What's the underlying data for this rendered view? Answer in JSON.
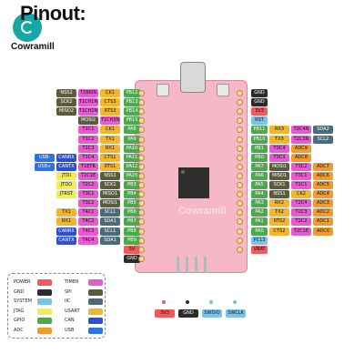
{
  "title": "Pinout:",
  "brand": "Cowramill",
  "watermark": "Cowramill",
  "colors": {
    "power": "#f25a5a",
    "gnd": "#2b2b2b",
    "system": "#7ac2e8",
    "jtag": "#f2ec58",
    "gpio": "#4ea84e",
    "adc": "#f29a2e",
    "timer": "#e85ad0",
    "spi": "#5b5b3d",
    "iic": "#4b6a7a",
    "usart": "#f2b62e",
    "can": "#2e4fd0",
    "usb": "#2e72e8"
  },
  "left_rows": [
    {
      "pin": "PB12",
      "funcs": [
        {
          "t": "CK1",
          "c": "usart"
        },
        {
          "t": "T1BKIN",
          "c": "timer"
        },
        {
          "t": "NSS2",
          "c": "spi"
        }
      ]
    },
    {
      "pin": "PB13",
      "funcs": [
        {
          "t": "CTS3",
          "c": "usart"
        },
        {
          "t": "T1CH1N",
          "c": "timer"
        },
        {
          "t": "SCK2",
          "c": "spi"
        }
      ]
    },
    {
      "pin": "PB14",
      "funcs": [
        {
          "t": "RTS3",
          "c": "usart"
        },
        {
          "t": "T1CH2N",
          "c": "timer"
        },
        {
          "t": "MISO2",
          "c": "spi"
        }
      ]
    },
    {
      "pin": "PB15",
      "funcs": [
        {
          "t": "T1CH3N",
          "c": "timer"
        },
        {
          "t": "MOSI2",
          "c": "spi"
        }
      ]
    },
    {
      "pin": "PA8",
      "funcs": [
        {
          "t": "CK1",
          "c": "usart"
        },
        {
          "t": "T1C1",
          "c": "timer"
        }
      ]
    },
    {
      "pin": "PA9",
      "funcs": [
        {
          "t": "TX1",
          "c": "usart"
        },
        {
          "t": "T1C2",
          "c": "timer"
        }
      ]
    },
    {
      "pin": "PA10",
      "funcs": [
        {
          "t": "RX1",
          "c": "usart"
        },
        {
          "t": "T1C3",
          "c": "timer"
        }
      ]
    },
    {
      "pin": "PA11",
      "funcs": [
        {
          "t": "CTS1",
          "c": "usart"
        },
        {
          "t": "T1C4",
          "c": "timer"
        },
        {
          "t": "CANRX",
          "c": "can"
        },
        {
          "t": "USB-",
          "c": "usb"
        }
      ]
    },
    {
      "pin": "PA12",
      "funcs": [
        {
          "t": "RTS1",
          "c": "usart"
        },
        {
          "t": "T1ETR",
          "c": "timer"
        },
        {
          "t": "CANTX",
          "c": "can"
        },
        {
          "t": "USB+",
          "c": "usb"
        }
      ]
    },
    {
      "pin": "PA15",
      "funcs": [
        {
          "t": "NSS1",
          "c": "spi"
        },
        {
          "t": "T2C1E",
          "c": "timer"
        },
        {
          "t": "JTDI",
          "c": "jtag"
        }
      ]
    },
    {
      "pin": "PB3",
      "funcs": [
        {
          "t": "SCK1",
          "c": "spi"
        },
        {
          "t": "T2C2",
          "c": "timer"
        },
        {
          "t": "JTDO",
          "c": "jtag"
        }
      ]
    },
    {
      "pin": "PB4",
      "funcs": [
        {
          "t": "MISO1",
          "c": "spi"
        },
        {
          "t": "T3C1",
          "c": "timer"
        },
        {
          "t": "JTRST",
          "c": "jtag"
        }
      ]
    },
    {
      "pin": "PB5",
      "funcs": [
        {
          "t": "MOSI1",
          "c": "spi"
        },
        {
          "t": "T3C2",
          "c": "timer"
        }
      ]
    },
    {
      "pin": "PB6",
      "funcs": [
        {
          "t": "SCL1",
          "c": "iic"
        },
        {
          "t": "T4C1",
          "c": "timer"
        },
        {
          "t": "TX1",
          "c": "usart"
        }
      ]
    },
    {
      "pin": "PB7",
      "funcs": [
        {
          "t": "SDA1",
          "c": "iic"
        },
        {
          "t": "T4C2",
          "c": "timer"
        },
        {
          "t": "RX1",
          "c": "usart"
        }
      ]
    },
    {
      "pin": "PB8",
      "funcs": [
        {
          "t": "SCL1",
          "c": "iic"
        },
        {
          "t": "T4C3",
          "c": "timer"
        },
        {
          "t": "CANRX",
          "c": "can"
        }
      ]
    },
    {
      "pin": "PB9",
      "funcs": [
        {
          "t": "SDA1",
          "c": "iic"
        },
        {
          "t": "T4C4",
          "c": "timer"
        },
        {
          "t": "CANTX",
          "c": "can"
        }
      ]
    },
    {
      "pin": "5V",
      "funcs": []
    },
    {
      "pin": "GND",
      "funcs": []
    }
  ],
  "right_rows": [
    {
      "pin": "GND",
      "funcs": []
    },
    {
      "pin": "GND",
      "funcs": []
    },
    {
      "pin": "3V3",
      "funcs": []
    },
    {
      "pin": "RST",
      "funcs": []
    },
    {
      "pin": "PB11",
      "funcs": [
        {
          "t": "RX3",
          "c": "usart"
        },
        {
          "t": "T2C4N",
          "c": "timer"
        },
        {
          "t": "SDA2",
          "c": "iic"
        }
      ]
    },
    {
      "pin": "PB10",
      "funcs": [
        {
          "t": "TX3",
          "c": "usart"
        },
        {
          "t": "T2C3N",
          "c": "timer"
        },
        {
          "t": "SCL2",
          "c": "iic"
        }
      ]
    },
    {
      "pin": "PB1",
      "funcs": [
        {
          "t": "T3C4",
          "c": "timer"
        },
        {
          "t": "ADC9",
          "c": "adc"
        }
      ]
    },
    {
      "pin": "PB0",
      "funcs": [
        {
          "t": "T3C3",
          "c": "timer"
        },
        {
          "t": "ADC8",
          "c": "adc"
        }
      ]
    },
    {
      "pin": "PA7",
      "funcs": [
        {
          "t": "MOSI1",
          "c": "spi"
        },
        {
          "t": "T3C2",
          "c": "timer"
        },
        {
          "t": "ADC7",
          "c": "adc"
        }
      ]
    },
    {
      "pin": "PA6",
      "funcs": [
        {
          "t": "MISO1",
          "c": "spi"
        },
        {
          "t": "T3C1",
          "c": "timer"
        },
        {
          "t": "ADC6",
          "c": "adc"
        }
      ]
    },
    {
      "pin": "PA5",
      "funcs": [
        {
          "t": "SCK1",
          "c": "spi"
        },
        {
          "t": "T2C1",
          "c": "timer"
        },
        {
          "t": "ADC5",
          "c": "adc"
        }
      ]
    },
    {
      "pin": "PA4",
      "funcs": [
        {
          "t": "NSS1",
          "c": "spi"
        },
        {
          "t": "CK2",
          "c": "usart"
        },
        {
          "t": "ADC4",
          "c": "adc"
        }
      ]
    },
    {
      "pin": "PA3",
      "funcs": [
        {
          "t": "RX2",
          "c": "usart"
        },
        {
          "t": "T2C4",
          "c": "timer"
        },
        {
          "t": "ADC3",
          "c": "adc"
        }
      ]
    },
    {
      "pin": "PA2",
      "funcs": [
        {
          "t": "TX2",
          "c": "usart"
        },
        {
          "t": "T2C3",
          "c": "timer"
        },
        {
          "t": "ADC2",
          "c": "adc"
        }
      ]
    },
    {
      "pin": "PA1",
      "funcs": [
        {
          "t": "RTS2",
          "c": "usart"
        },
        {
          "t": "T2C2",
          "c": "timer"
        },
        {
          "t": "ADC1",
          "c": "adc"
        }
      ]
    },
    {
      "pin": "PA0",
      "funcs": [
        {
          "t": "CTS2",
          "c": "usart"
        },
        {
          "t": "T2C1E",
          "c": "timer"
        },
        {
          "t": "ADC0",
          "c": "adc"
        }
      ]
    },
    {
      "pin": "PC13",
      "funcs": []
    },
    {
      "pin": "VBAT",
      "funcs": []
    }
  ],
  "bottom_pins": [
    {
      "t": "3V3",
      "c": "power"
    },
    {
      "t": "GND",
      "c": "gnd"
    },
    {
      "t": "SWDIO",
      "c": "system"
    },
    {
      "t": "SWCLK",
      "c": "system"
    }
  ],
  "legend": [
    {
      "t": "POWER",
      "c": "power"
    },
    {
      "t": "TIMER",
      "c": "timer"
    },
    {
      "t": "GND",
      "c": "gnd"
    },
    {
      "t": "SPI",
      "c": "spi"
    },
    {
      "t": "SYSTEM",
      "c": "system"
    },
    {
      "t": "IIC",
      "c": "iic"
    },
    {
      "t": "JTAG",
      "c": "jtag"
    },
    {
      "t": "USART",
      "c": "usart"
    },
    {
      "t": "GPIO",
      "c": "gpio"
    },
    {
      "t": "CAN",
      "c": "can"
    },
    {
      "t": "ADC",
      "c": "adc"
    },
    {
      "t": "USB",
      "c": "usb"
    }
  ]
}
